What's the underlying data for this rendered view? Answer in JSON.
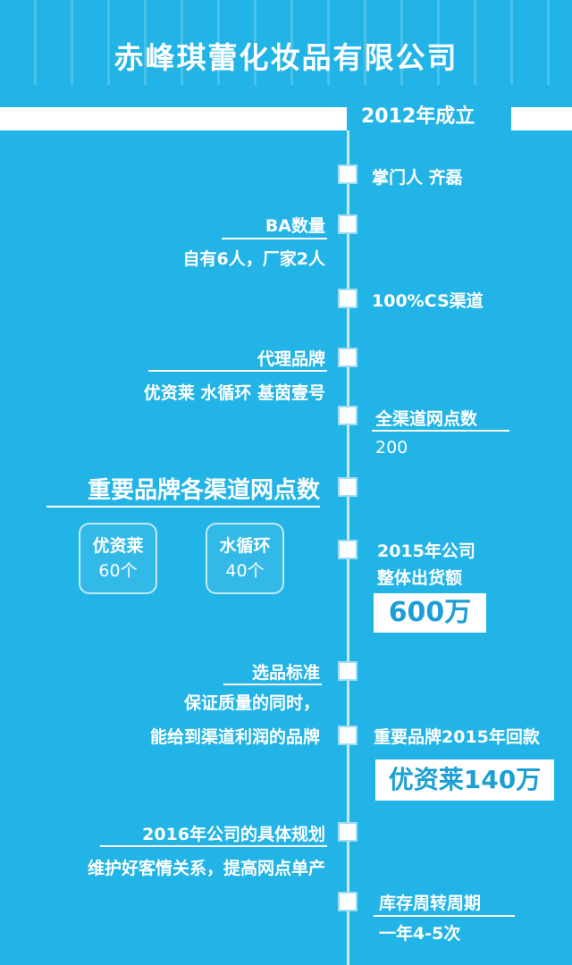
{
  "header": {
    "title": "赤峰琪蕾化妆品有限公司",
    "founded": "2012年成立"
  },
  "timeline": {
    "manager": "掌门人 齐磊",
    "ba_title": "BA数量",
    "ba_detail": "自有6人，厂家2人",
    "cs_channel": "100%CS渠道",
    "agency_title": "代理品牌",
    "agency_detail": "优资莱 水循环 基茵壹号",
    "outlets_title": "全渠道网点数",
    "outlets_value": "200",
    "brand_outlets_title": "重要品牌各渠道网点数",
    "brand1_name": "优资莱",
    "brand1_count": "60个",
    "brand2_name": "水循环",
    "brand2_count": "40个",
    "shipment_line1": "2015年公司",
    "shipment_line2": "整体出货额",
    "shipment_value": "600万",
    "selection_title": "选品标准",
    "selection_line1": "保证质量的同时，",
    "selection_line2": "能给到渠道利润的品牌",
    "payment_title": "重要品牌2015年回款",
    "payment_value": "优资莱140万",
    "plan_title": "2016年公司的具体规划",
    "plan_detail": "维护好客情关系，提高网点单产",
    "turnover_title": "库存周转周期",
    "turnover_value": "一年4-5次"
  }
}
